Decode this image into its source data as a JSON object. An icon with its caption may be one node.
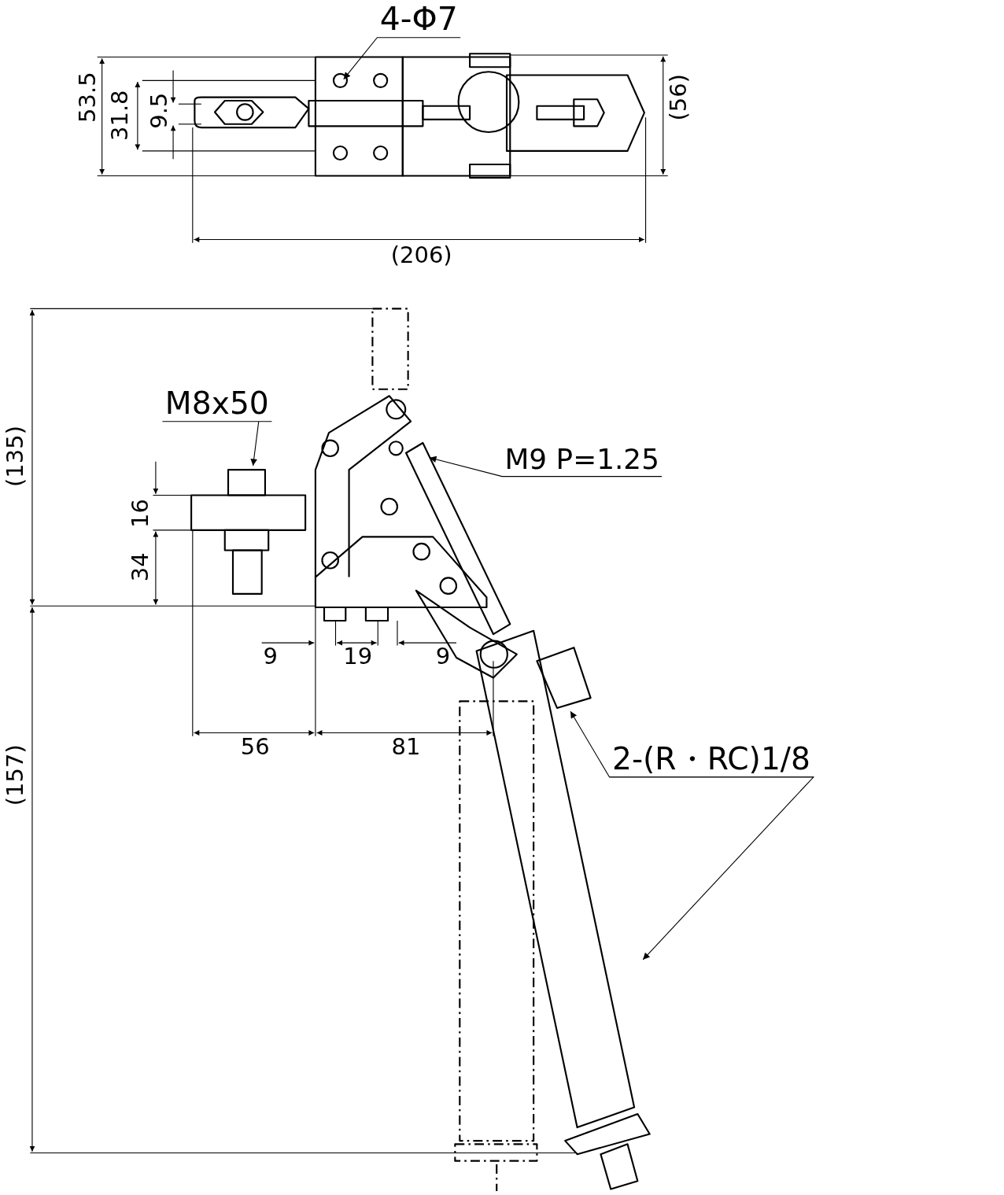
{
  "diagram": {
    "nodes": [
      {
        "text": [
          "4-Φ7"
        ]
      },
      {
        "text": [
          "M8x50"
        ]
      },
      {
        "text": [
          "M9 P=1.25"
        ]
      },
      {
        "text": [
          "2-(R・RC)1/8"
        ]
      }
    ],
    "edges": [
      {
        "from": 0,
        "to": null,
        "arrow": "to"
      },
      {
        "from": 1,
        "to": null,
        "arrow": "to"
      },
      {
        "from": 2,
        "to": null,
        "arrow": "to"
      },
      {
        "from": 3,
        "to": null,
        "arrow": "to"
      },
      {
        "from": 3,
        "to": null,
        "arrow": "to"
      }
    ],
    "labels": [
      "53.5",
      "31.8",
      "9.5",
      "(56)",
      "(206)",
      "(135)",
      "16",
      "34",
      "9",
      "19",
      "9",
      "56",
      "81",
      "(157)"
    ]
  }
}
